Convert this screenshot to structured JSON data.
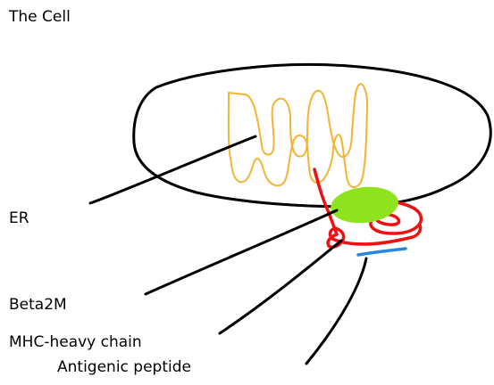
{
  "title": "The Cell",
  "labels": {
    "er": "ER",
    "beta2m": "Beta2M",
    "mhc_heavy_chain": "MHC-heavy chain",
    "antigenic_peptide": "Antigenic peptide"
  },
  "colors": {
    "cell_outline": "#000000",
    "er": "#f5b332",
    "beta2m": "#8fe21e",
    "mhc_heavy_chain": "#ee1111",
    "antigenic_peptide": "#2a86d8",
    "pointer_lines": "#000000"
  }
}
